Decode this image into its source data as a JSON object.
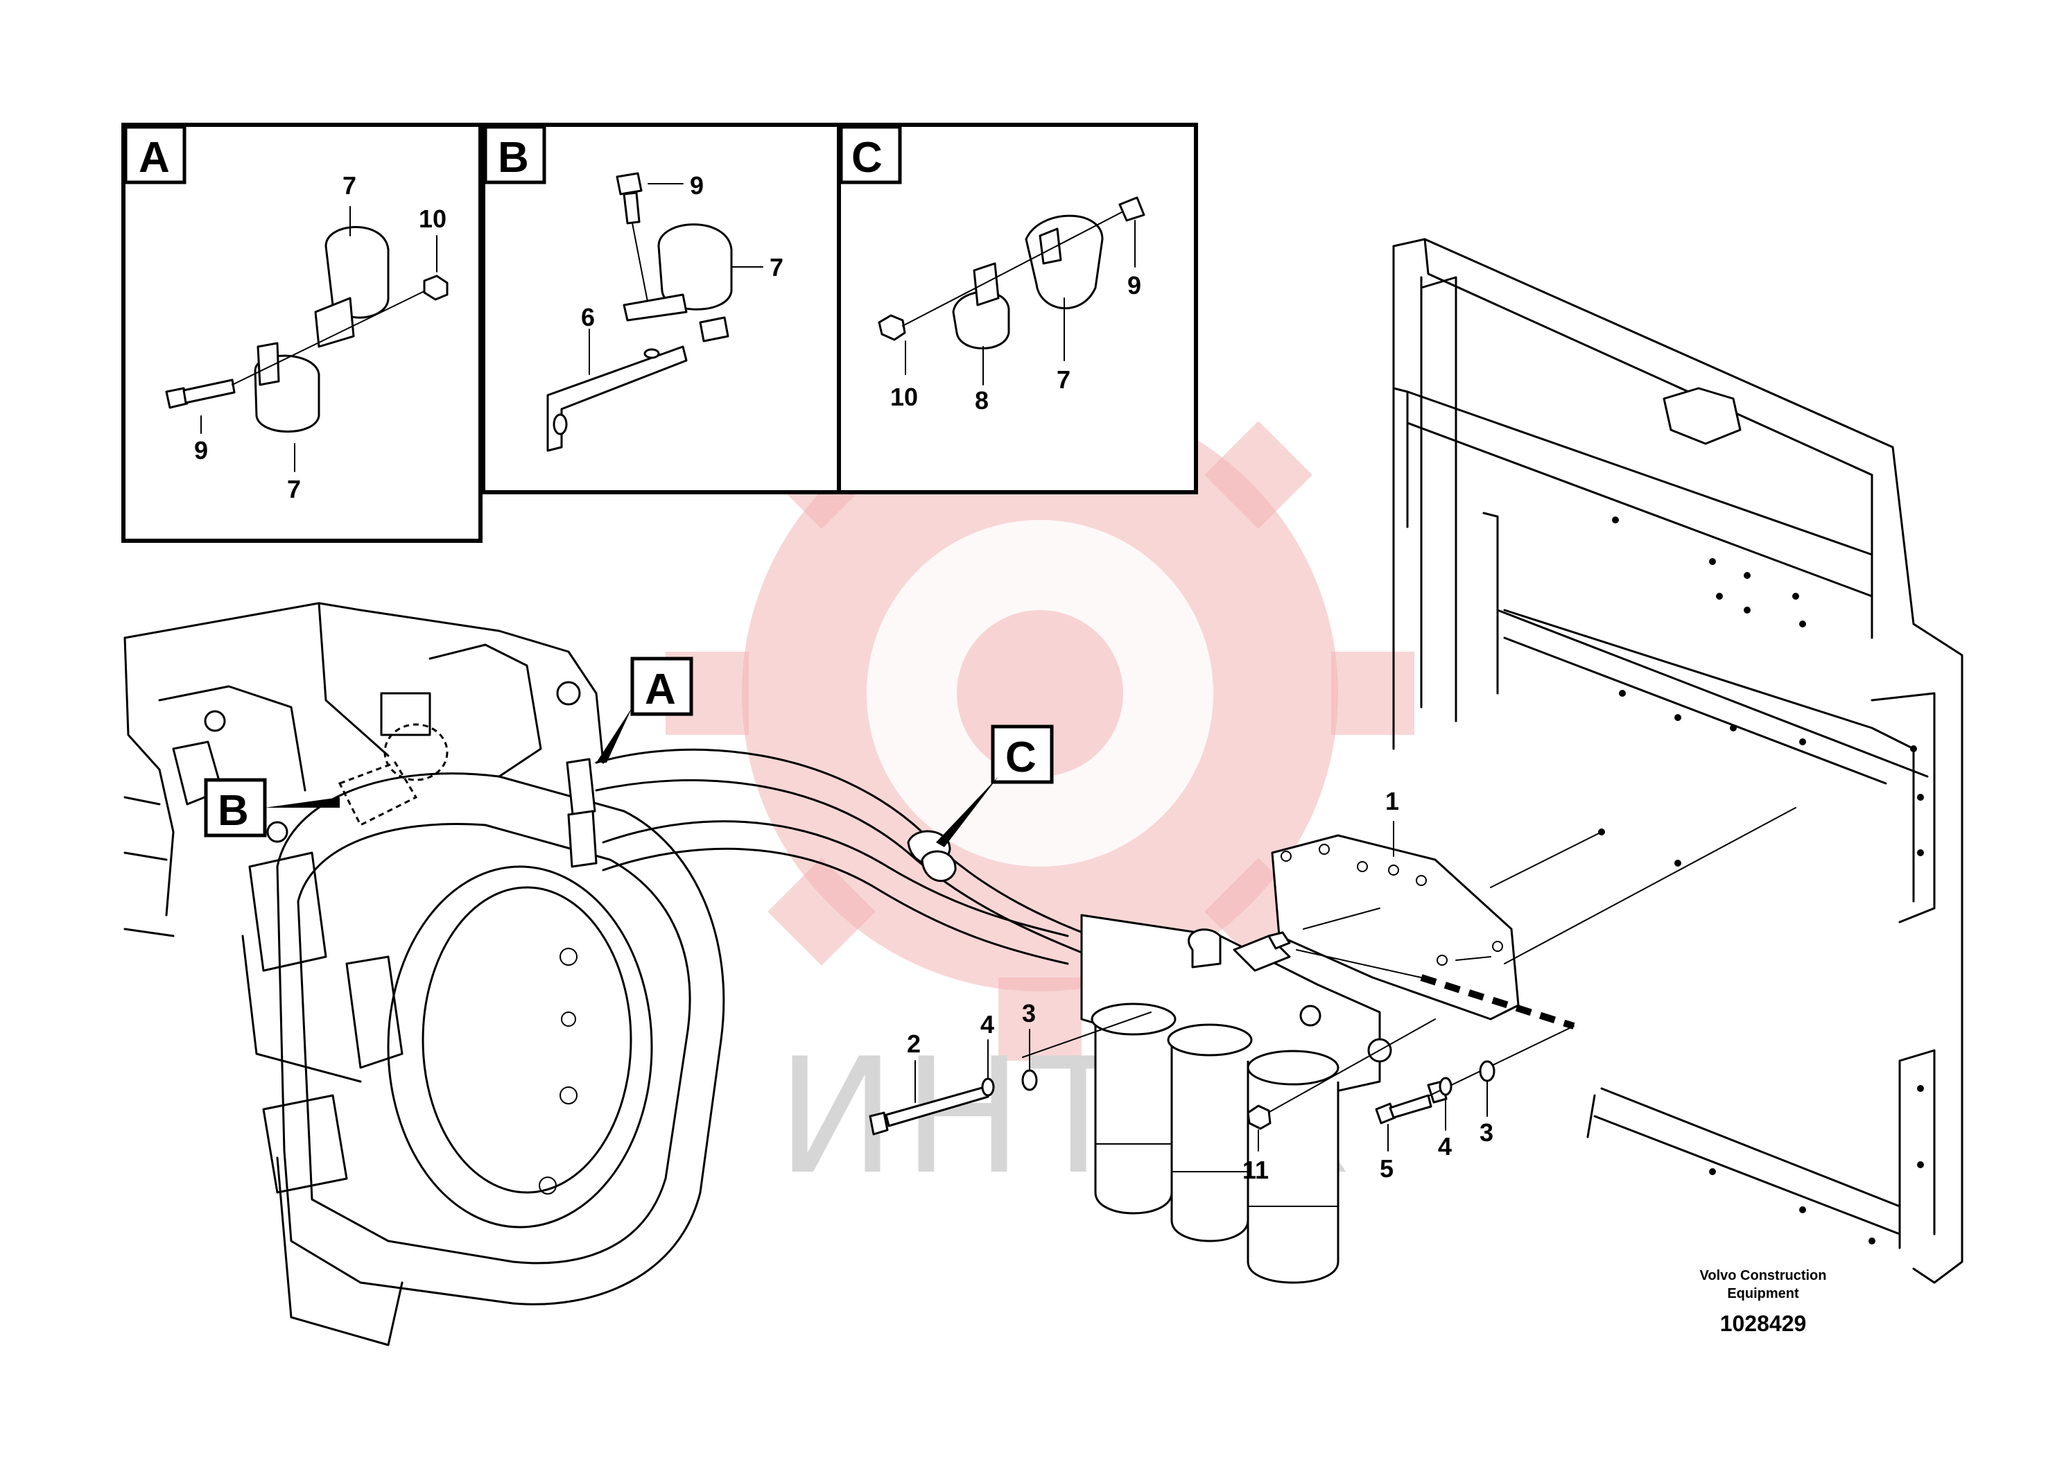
{
  "watermark": {
    "text": "ИНТЕХ",
    "color": "#e8474a"
  },
  "detail_views": [
    {
      "letter": "A",
      "labels": [
        "7",
        "10",
        "9",
        "7"
      ]
    },
    {
      "letter": "B",
      "labels": [
        "9",
        "7",
        "6"
      ]
    },
    {
      "letter": "C",
      "labels": [
        "9",
        "10",
        "8",
        "7"
      ]
    }
  ],
  "main_callouts": {
    "a": "A",
    "b": "B",
    "c": "C"
  },
  "part_labels": {
    "p1": "1",
    "p2": "2",
    "p4a": "4",
    "p3a": "3",
    "p11": "11",
    "p5": "5",
    "p4b": "4",
    "p3b": "3"
  },
  "footer": {
    "publisher_line1": "Volvo Construction",
    "publisher_line2": "Equipment",
    "document_number": "1028429"
  }
}
